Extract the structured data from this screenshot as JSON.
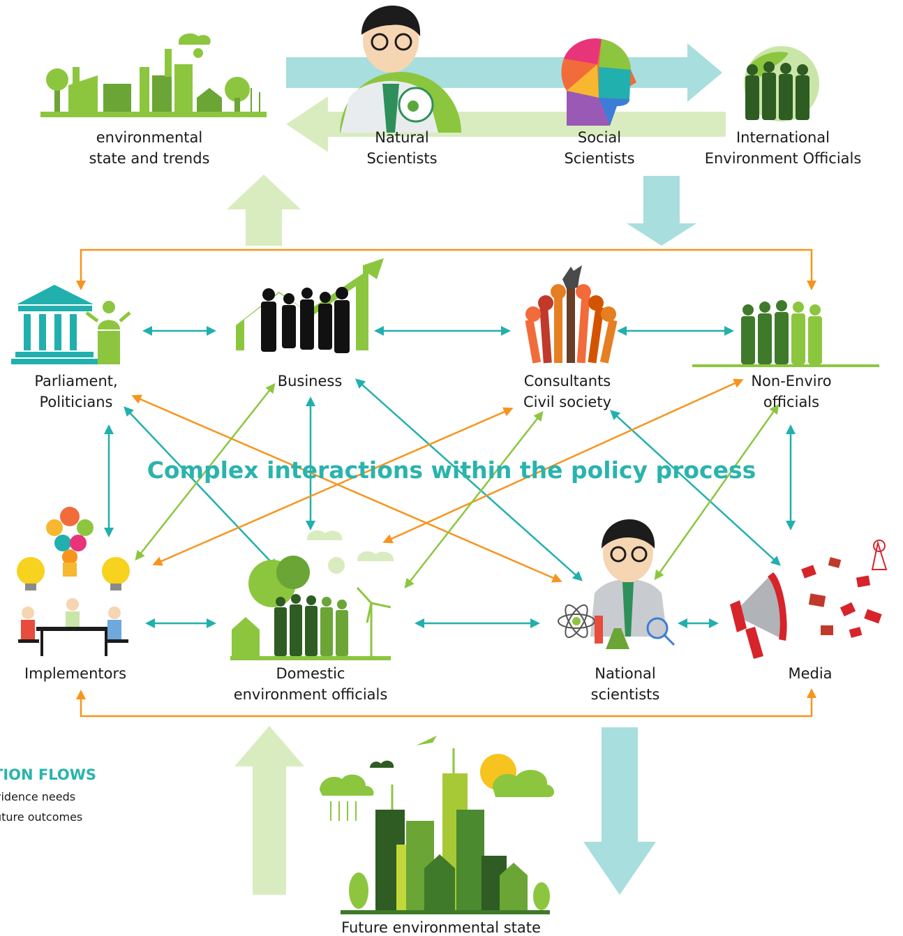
{
  "title": "Complex interactions within the policy process",
  "colors": {
    "teal": "#21b0ad",
    "light_teal": "#a8dedd",
    "light_green": "#d9ecc0",
    "green": "#8cc63f",
    "dark_green": "#3e7a2a",
    "orange": "#f7941d"
  },
  "nodes": {
    "env_state": {
      "lines": [
        "environmental",
        "state and trends"
      ],
      "icon": "green-city-factory-icon"
    },
    "natural_scientists": {
      "lines": [
        "Natural",
        "Scientists"
      ],
      "icon": "scientist-icon"
    },
    "social_scientists": {
      "lines": [
        "Social",
        "Scientists"
      ],
      "icon": "colorful-head-icon"
    },
    "intl_officials": {
      "lines": [
        "International",
        "Environment Officials"
      ],
      "icon": "officials-globe-icon"
    },
    "parliament": {
      "lines": [
        "Parliament,",
        "Politicians"
      ],
      "icon": "parliament-building-icon"
    },
    "business": {
      "lines": [
        "Business"
      ],
      "icon": "business-people-growth-icon"
    },
    "consultants": {
      "lines": [
        "Consultants",
        "Civil society"
      ],
      "icon": "raised-hands-icon"
    },
    "non_enviro": {
      "lines": [
        "Non-Enviro",
        "officials"
      ],
      "icon": "officials-group-icon"
    },
    "implementors": {
      "lines": [
        "Implementors"
      ],
      "icon": "lightbulb-team-icon"
    },
    "domestic": {
      "lines": [
        "Domestic",
        "environment officials"
      ],
      "icon": "domestic-officials-wind-icon"
    },
    "national_scientists": {
      "lines": [
        "National",
        "scientists"
      ],
      "icon": "national-scientist-icon"
    },
    "media": {
      "lines": [
        "Media"
      ],
      "icon": "megaphone-icon"
    },
    "future": {
      "lines": [
        "Future environmental state"
      ],
      "icon": "future-green-city-icon"
    }
  },
  "legend": {
    "title": "TION FLOWS",
    "items": [
      "vidence needs",
      "uture outcomes"
    ]
  }
}
